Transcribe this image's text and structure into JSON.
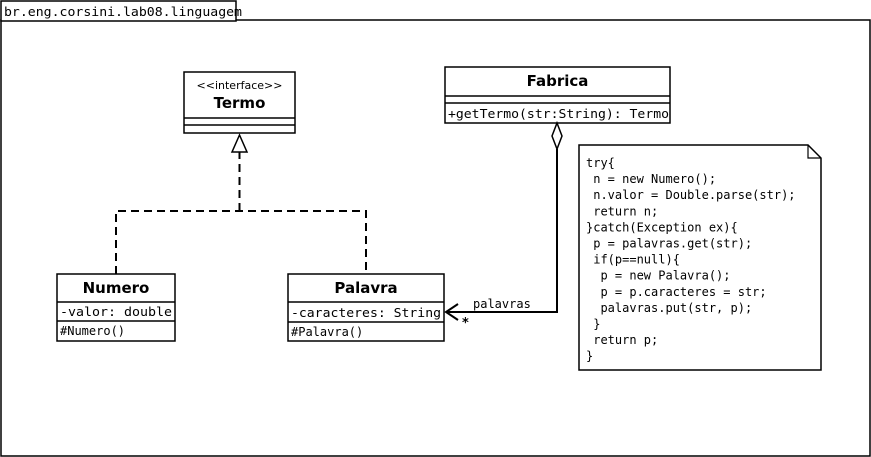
{
  "package": {
    "name": "br.eng.corsini.lab08.linguagem"
  },
  "classes": {
    "termo": {
      "stereotype": "<<interface>>",
      "name": "Termo"
    },
    "fabrica": {
      "name": "Fabrica",
      "operations": [
        "+getTermo(str:String): Termo"
      ]
    },
    "numero": {
      "name": "Numero",
      "attributes": [
        "-valor: double"
      ],
      "operations": [
        "#Numero()"
      ]
    },
    "palavra": {
      "name": "Palavra",
      "attributes": [
        "-caracteres: String"
      ],
      "operations": [
        "#Palavra()"
      ]
    }
  },
  "associations": {
    "fabrica_palavra": {
      "role": "palavras",
      "multiplicity": "*"
    }
  },
  "note": {
    "lines": [
      "try{",
      " n = new Numero();",
      " n.valor = Double.parse(str);",
      " return n;",
      "}catch(Exception ex){",
      " p = palavras.get(str);",
      " if(p==null){",
      "  p = new Palavra();",
      "  p = p.caracteres = str;",
      "  palavras.put(str, p);",
      " }",
      " return p;",
      "}"
    ]
  }
}
